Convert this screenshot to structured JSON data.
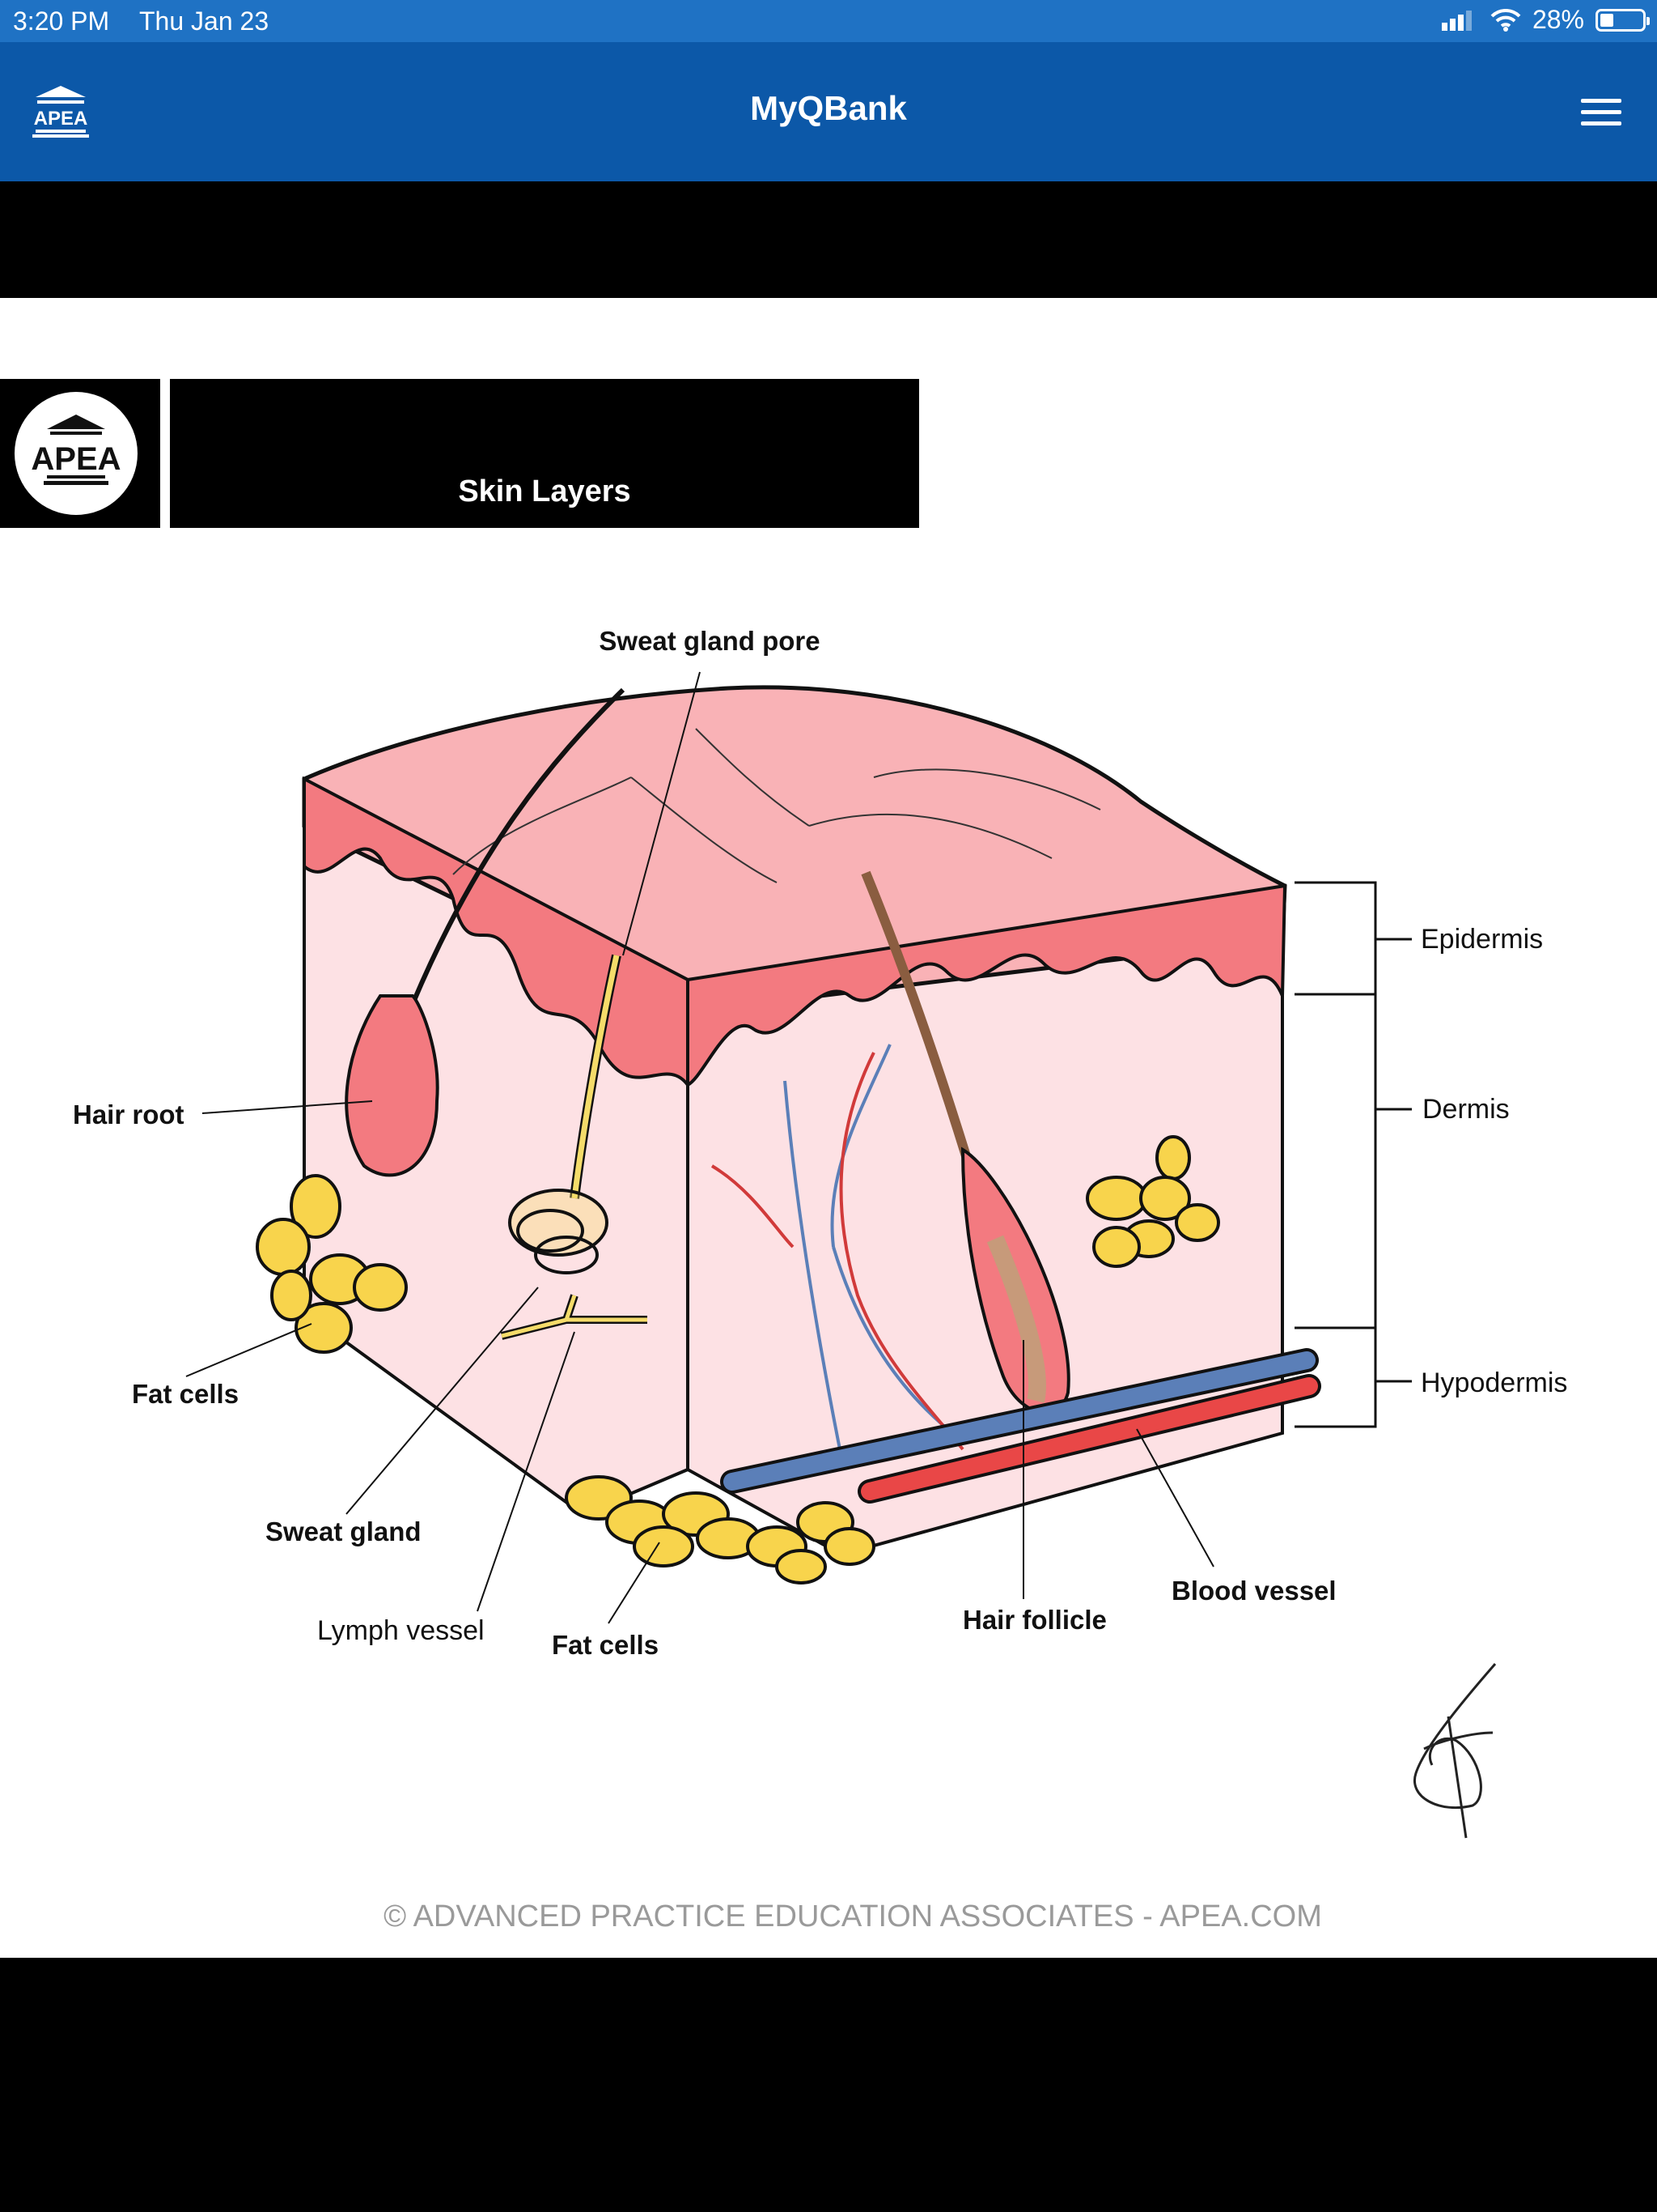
{
  "status_bar": {
    "time": "3:20 PM",
    "date": "Thu Jan 23",
    "battery": "28%"
  },
  "nav": {
    "title": "MyQBank",
    "logo_icon": "apea-building-logo",
    "menu_icon": "hamburger-menu-icon"
  },
  "slide": {
    "logo_text": "APEA",
    "title": "Skin Layers",
    "labels": {
      "sweat_gland_pore": "Sweat gland pore",
      "hair_root": "Hair root",
      "fat_cells_left": "Fat cells",
      "sweat_gland": "Sweat gland",
      "lymph_vessel": "Lymph vessel",
      "fat_cells_bottom": "Fat cells",
      "hair_follicle": "Hair follicle",
      "blood_vessel": "Blood vessel",
      "epidermis": "Epidermis",
      "dermis": "Dermis",
      "hypodermis": "Hypodermis"
    },
    "copyright": "© ADVANCED PRACTICE EDUCATION ASSOCIATES - APEA.COM"
  },
  "colors": {
    "nav": "#0c58a8",
    "status": "#1f72c4",
    "epidermis": "#f37a80",
    "dermis": "#fde1e4",
    "fat": "#f8d44c"
  }
}
